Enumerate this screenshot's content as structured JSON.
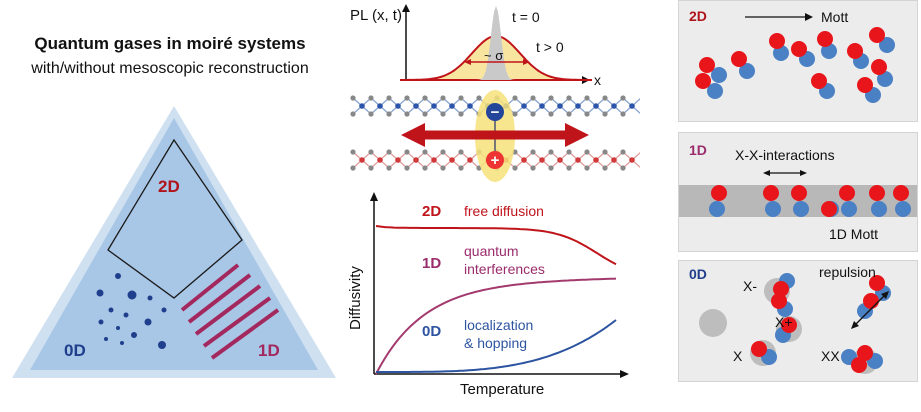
{
  "title": "Quantum gases in moiré systems",
  "subtitle": "with/without mesoscopic reconstruction",
  "triangle": {
    "label_2d": "2D",
    "label_1d": "1D",
    "label_0d": "0D"
  },
  "pl_plot": {
    "ylabel": "PL (x, t)",
    "xlabel": "x",
    "t0": "t = 0",
    "tgt0": "t > 0",
    "sigma": "~ σ"
  },
  "exciton": {
    "electron": "−",
    "hole": "+"
  },
  "diffusivity_chart": {
    "xlabel": "Temperature",
    "ylabel": "Diffusivity",
    "series": [
      {
        "tag": "2D",
        "desc": [
          "free diffusion"
        ],
        "color": "#c0141b"
      },
      {
        "tag": "1D",
        "desc": [
          "quantum",
          "interferences"
        ],
        "color": "#a33a6e"
      },
      {
        "tag": "0D",
        "desc": [
          "localization",
          "& hopping"
        ],
        "color": "#2c54a0"
      }
    ]
  },
  "panel_2d": {
    "tag": "2D",
    "label": "Mott"
  },
  "panel_1d": {
    "tag": "1D",
    "interactions": "X-X-interactions",
    "mott": "1D Mott"
  },
  "panel_0d": {
    "tag": "0D",
    "repulsion": "repulsion",
    "x_minus": "X-",
    "x_plus": "X+",
    "x": "X",
    "xx": "XX"
  },
  "colors": {
    "red": "#e8161b",
    "blue": "#4a80c4",
    "dark_red": "#b0141b",
    "dark_blue": "#1f3e8c",
    "purple": "#9b2c6c"
  }
}
